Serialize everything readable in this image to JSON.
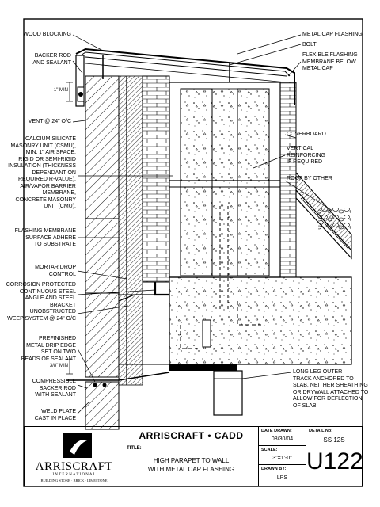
{
  "labels_left": [
    {
      "id": "wood-blocking",
      "text": "WOOD BLOCKING"
    },
    {
      "id": "backer-rod",
      "text": "BACKER ROD\nAND SEALANT"
    },
    {
      "id": "min-dim",
      "text": "1\" MIN"
    },
    {
      "id": "vent",
      "text": "VENT @ 24\" O/C"
    },
    {
      "id": "csmu",
      "text": "CALCIUM SILICATE\nMASONRY UNIT (CSMU),\nMIN. 1\" AIR SPACE,\nRIGID OR SEMI-RIGID\nINSULATION (THICKNESS\nDEPENDANT ON\nREQUIRED R-VALUE),\nAIR/VAPOR BARRIER\nMEMBRANE,\nCONCRETE MASONRY\nUNIT (CMU)."
    },
    {
      "id": "flashing-membrane",
      "text": "FLASHING MEMBRANE\nSURFACE ADHERE\nTO SUBSTRATE"
    },
    {
      "id": "mortar-drop",
      "text": "MORTAR DROP\nCONTROL"
    },
    {
      "id": "corrosion-steel",
      "text": "CORROSION PROTECTED\nCONTINUOUS STEEL\nANGLE AND STEEL BRACKET"
    },
    {
      "id": "weep-system",
      "text": "UNOBSTRUCTED\nWEEP SYSTEM @ 24\" O/C"
    },
    {
      "id": "drip-edge",
      "text": "PREFINISHED\nMETAL DRIP EDGE\nSET ON TWO\nBEADS OF SEALANT"
    },
    {
      "id": "min-dim-2",
      "text": "3/8\" MIN"
    },
    {
      "id": "compressible-rod",
      "text": "COMPRESSIBLE\nBACKER ROD\nWITH SEALANT"
    },
    {
      "id": "weld-plate",
      "text": "WELD PLATE\nCAST IN PLACE"
    }
  ],
  "labels_right": [
    {
      "id": "metal-cap-flashing",
      "text": "METAL CAP FLASHING"
    },
    {
      "id": "bolt",
      "text": "BOLT"
    },
    {
      "id": "flexible-flashing",
      "text": "FLEXIBLE FLASHING\nMEMBRANE BELOW\nMETAL CAP"
    },
    {
      "id": "coverboard",
      "text": "COVERBOARD"
    },
    {
      "id": "vertical-reinforcing",
      "text": "VERTICAL\nREINFORCING\nIF REQUIRED"
    },
    {
      "id": "roof-by-other",
      "text": "ROOF BY OTHER"
    },
    {
      "id": "long-leg-track",
      "text": "LONG LEG OUTER\nTRACK ANCHORED TO\nSLAB. NEITHER SHEATHING\nOR DRYWALL ATTACHED TO\nALLOW FOR DEFLECTION\nOF SLAB"
    }
  ],
  "title_block": {
    "logo_name": "ARRISCRAFT",
    "logo_sub": "I N T E R N A T I O N A L",
    "logo_tagline": "BUILDING STONE · BRICK · LIMESTONE",
    "header": "ARRISCRAFT • CADD",
    "title_key": "TITLE:",
    "title_line1": "HIGH PARAPET TO WALL",
    "title_line2": "WITH METAL CAP FLASHING",
    "date_key": "DATE DRAWN:",
    "date_val": "08/30/04",
    "scale_key": "SCALE:",
    "scale_val": "3\"=1'-0\"",
    "drawn_key": "DRAWN BY:",
    "drawn_val": "LPS",
    "detail_key": "DETAIL No:",
    "detail_val": "SS 12S",
    "code": "U122"
  }
}
